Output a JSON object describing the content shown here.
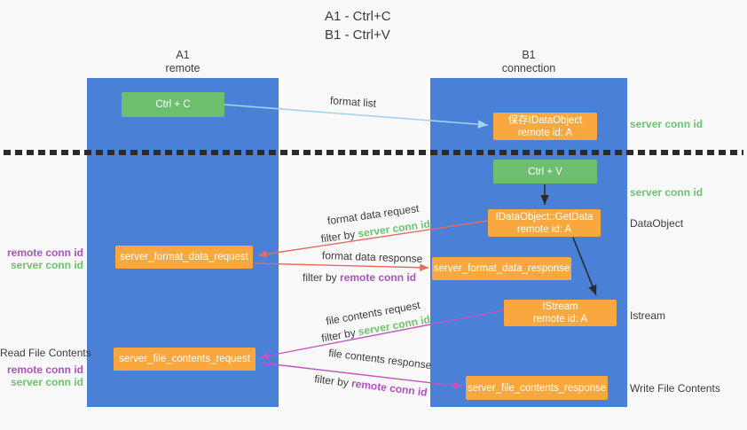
{
  "title": {
    "line1": "A1 - Ctrl+C",
    "line2": "B1 - Ctrl+V"
  },
  "columns": {
    "a": {
      "name": "A1",
      "role": "remote"
    },
    "b": {
      "name": "B1",
      "role": "connection"
    }
  },
  "nodes": {
    "ctrl_c": "Ctrl + C",
    "ctrl_v": "Ctrl + V",
    "save_dataobject_line1": "保存IDataObject",
    "save_dataobject_line2": "remote id: A",
    "getdata_line1": "IDataObject::GetData",
    "getdata_line2": "remote id: A",
    "istream_line1": "IStream",
    "istream_line2": "remote id: A",
    "format_request": "server_format_data_request",
    "format_response": "server_format_data_response",
    "file_request": "server_file_contents_request",
    "file_response": "server_file_contents_response"
  },
  "edge_labels": {
    "format_list": "format list",
    "format_data_request": "format data request",
    "format_data_response": "format data response",
    "file_contents_request": "file contents request",
    "file_contents_response": "file contents response",
    "filter_by": "filter by",
    "server_conn_id": "server conn id",
    "remote_conn_id": "remote conn id"
  },
  "side_labels": {
    "server_conn_id": "server conn id",
    "remote_conn_id": "remote conn id",
    "dataobject": "DataObject",
    "istream": "Istream",
    "read_file_contents": "Read File Contents",
    "write_file_contents": "Write File Contents"
  },
  "colors": {
    "lane_blue": "#4a80d6",
    "node_green": "#6dbf6f",
    "node_orange": "#f8a83e",
    "text_green": "#6cc46c",
    "text_purple": "#b14fc4",
    "arrow_red": "#e96a5f",
    "arrow_magenta": "#c355c3",
    "arrow_light_blue": "#a4d3f0",
    "arrow_black": "#2b2b2b"
  }
}
